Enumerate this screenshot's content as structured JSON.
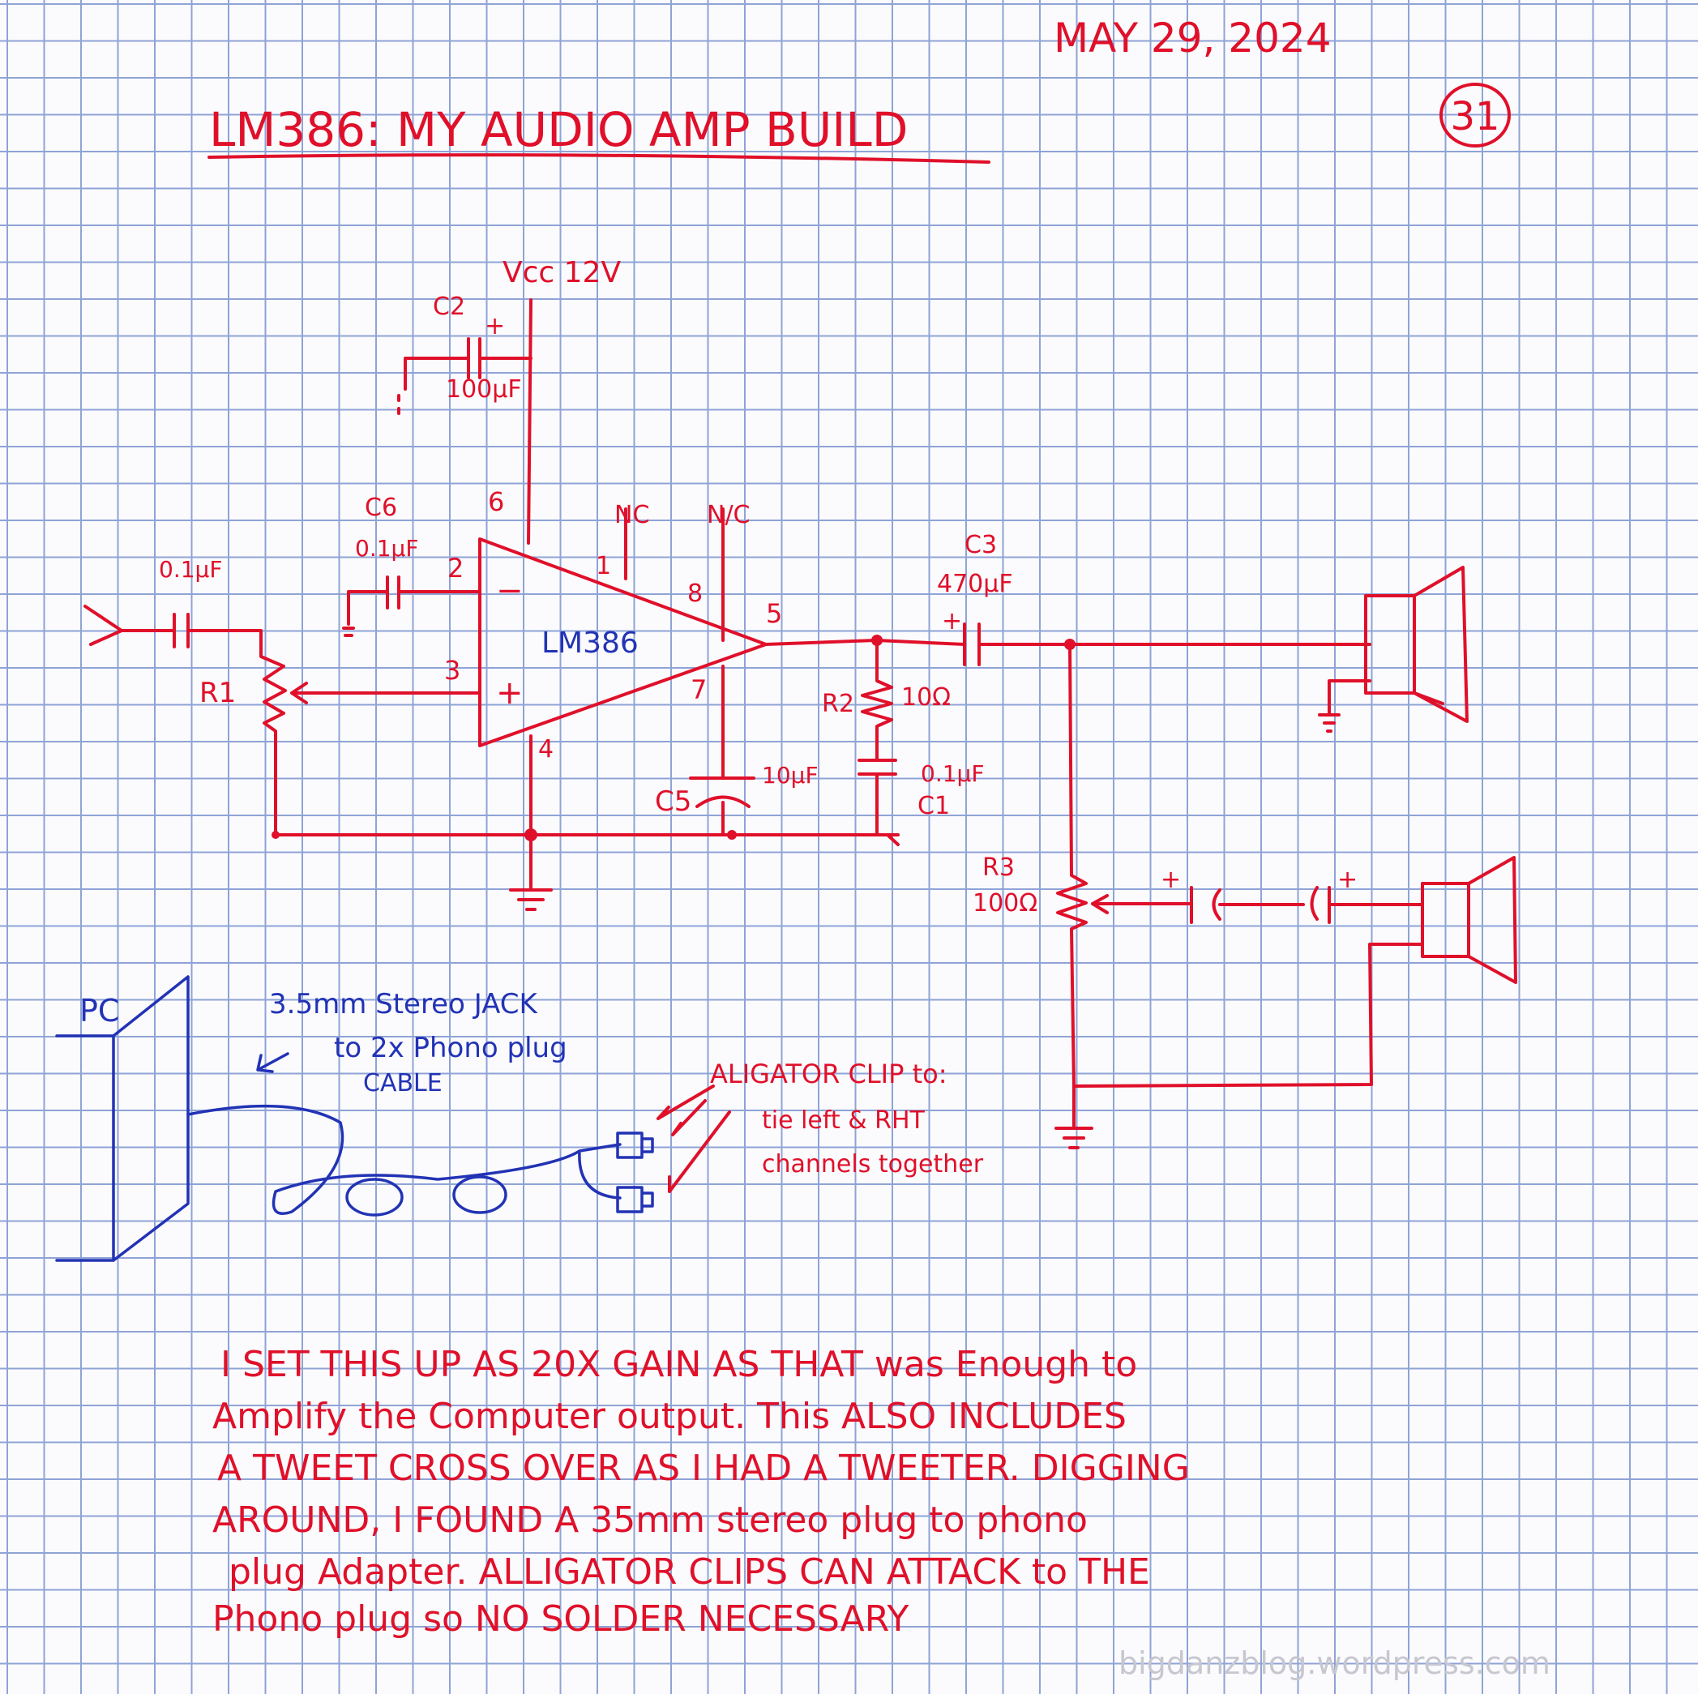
{
  "header": {
    "date": "MAY 29, 2024",
    "page_number": "31",
    "title": "LM386: MY AUDIO AMP BUILD"
  },
  "schematic": {
    "supply": "Vcc 12V",
    "ic": "LM386",
    "pins": {
      "p1": "1",
      "p2": "2",
      "p3": "3",
      "p4": "4",
      "p5": "5",
      "p6": "6",
      "p7": "7",
      "p8": "8"
    },
    "nc_a": "NC",
    "nc_b": "N/C",
    "c2": {
      "name": "C2",
      "value": "100µF"
    },
    "c6": {
      "name": "C6",
      "value": "0.1µF"
    },
    "c_in": {
      "value": "0.1µF"
    },
    "r1": {
      "name": "R1"
    },
    "c3": {
      "name": "C3",
      "value": "470µF"
    },
    "r2": {
      "name": "R2",
      "value": "10Ω"
    },
    "c1": {
      "name": "C1",
      "value": "0.1µF"
    },
    "c5": {
      "name": "C5",
      "value": "10µF"
    },
    "r3": {
      "name": "R3",
      "value": "100Ω"
    },
    "plus": "+",
    "minus": "−"
  },
  "wiring": {
    "pc_label": "PC",
    "cable_label_1": "3.5mm Stereo JACK",
    "cable_label_2": "to 2x Phono plug",
    "cable_label_3": "CABLE",
    "clip_label_1": "ALIGATOR CLIP to:",
    "clip_label_2": "tie left & RHT",
    "clip_label_3": "channels together"
  },
  "notes": [
    "I SET THIS UP AS 20X GAIN AS THAT was Enough to",
    "Amplify the Computer output. This ALSO INCLUDES",
    "A TWEET CROSS OVER AS I HAD A TWEETER. DIGGING",
    "AROUND, I FOUND A 35mm stereo plug to phono",
    "plug Adapter. ALLIGATOR CLIPS CAN ATTACK to THE",
    "Phono plug so NO SOLDER NECESSARY"
  ],
  "watermark": "bigdanzblog.wordpress.com",
  "colors": {
    "ink_red": "#e0102a",
    "ink_blue": "#2233b5",
    "grid": "#8fa3d6",
    "paper": "#fbfbfd"
  }
}
